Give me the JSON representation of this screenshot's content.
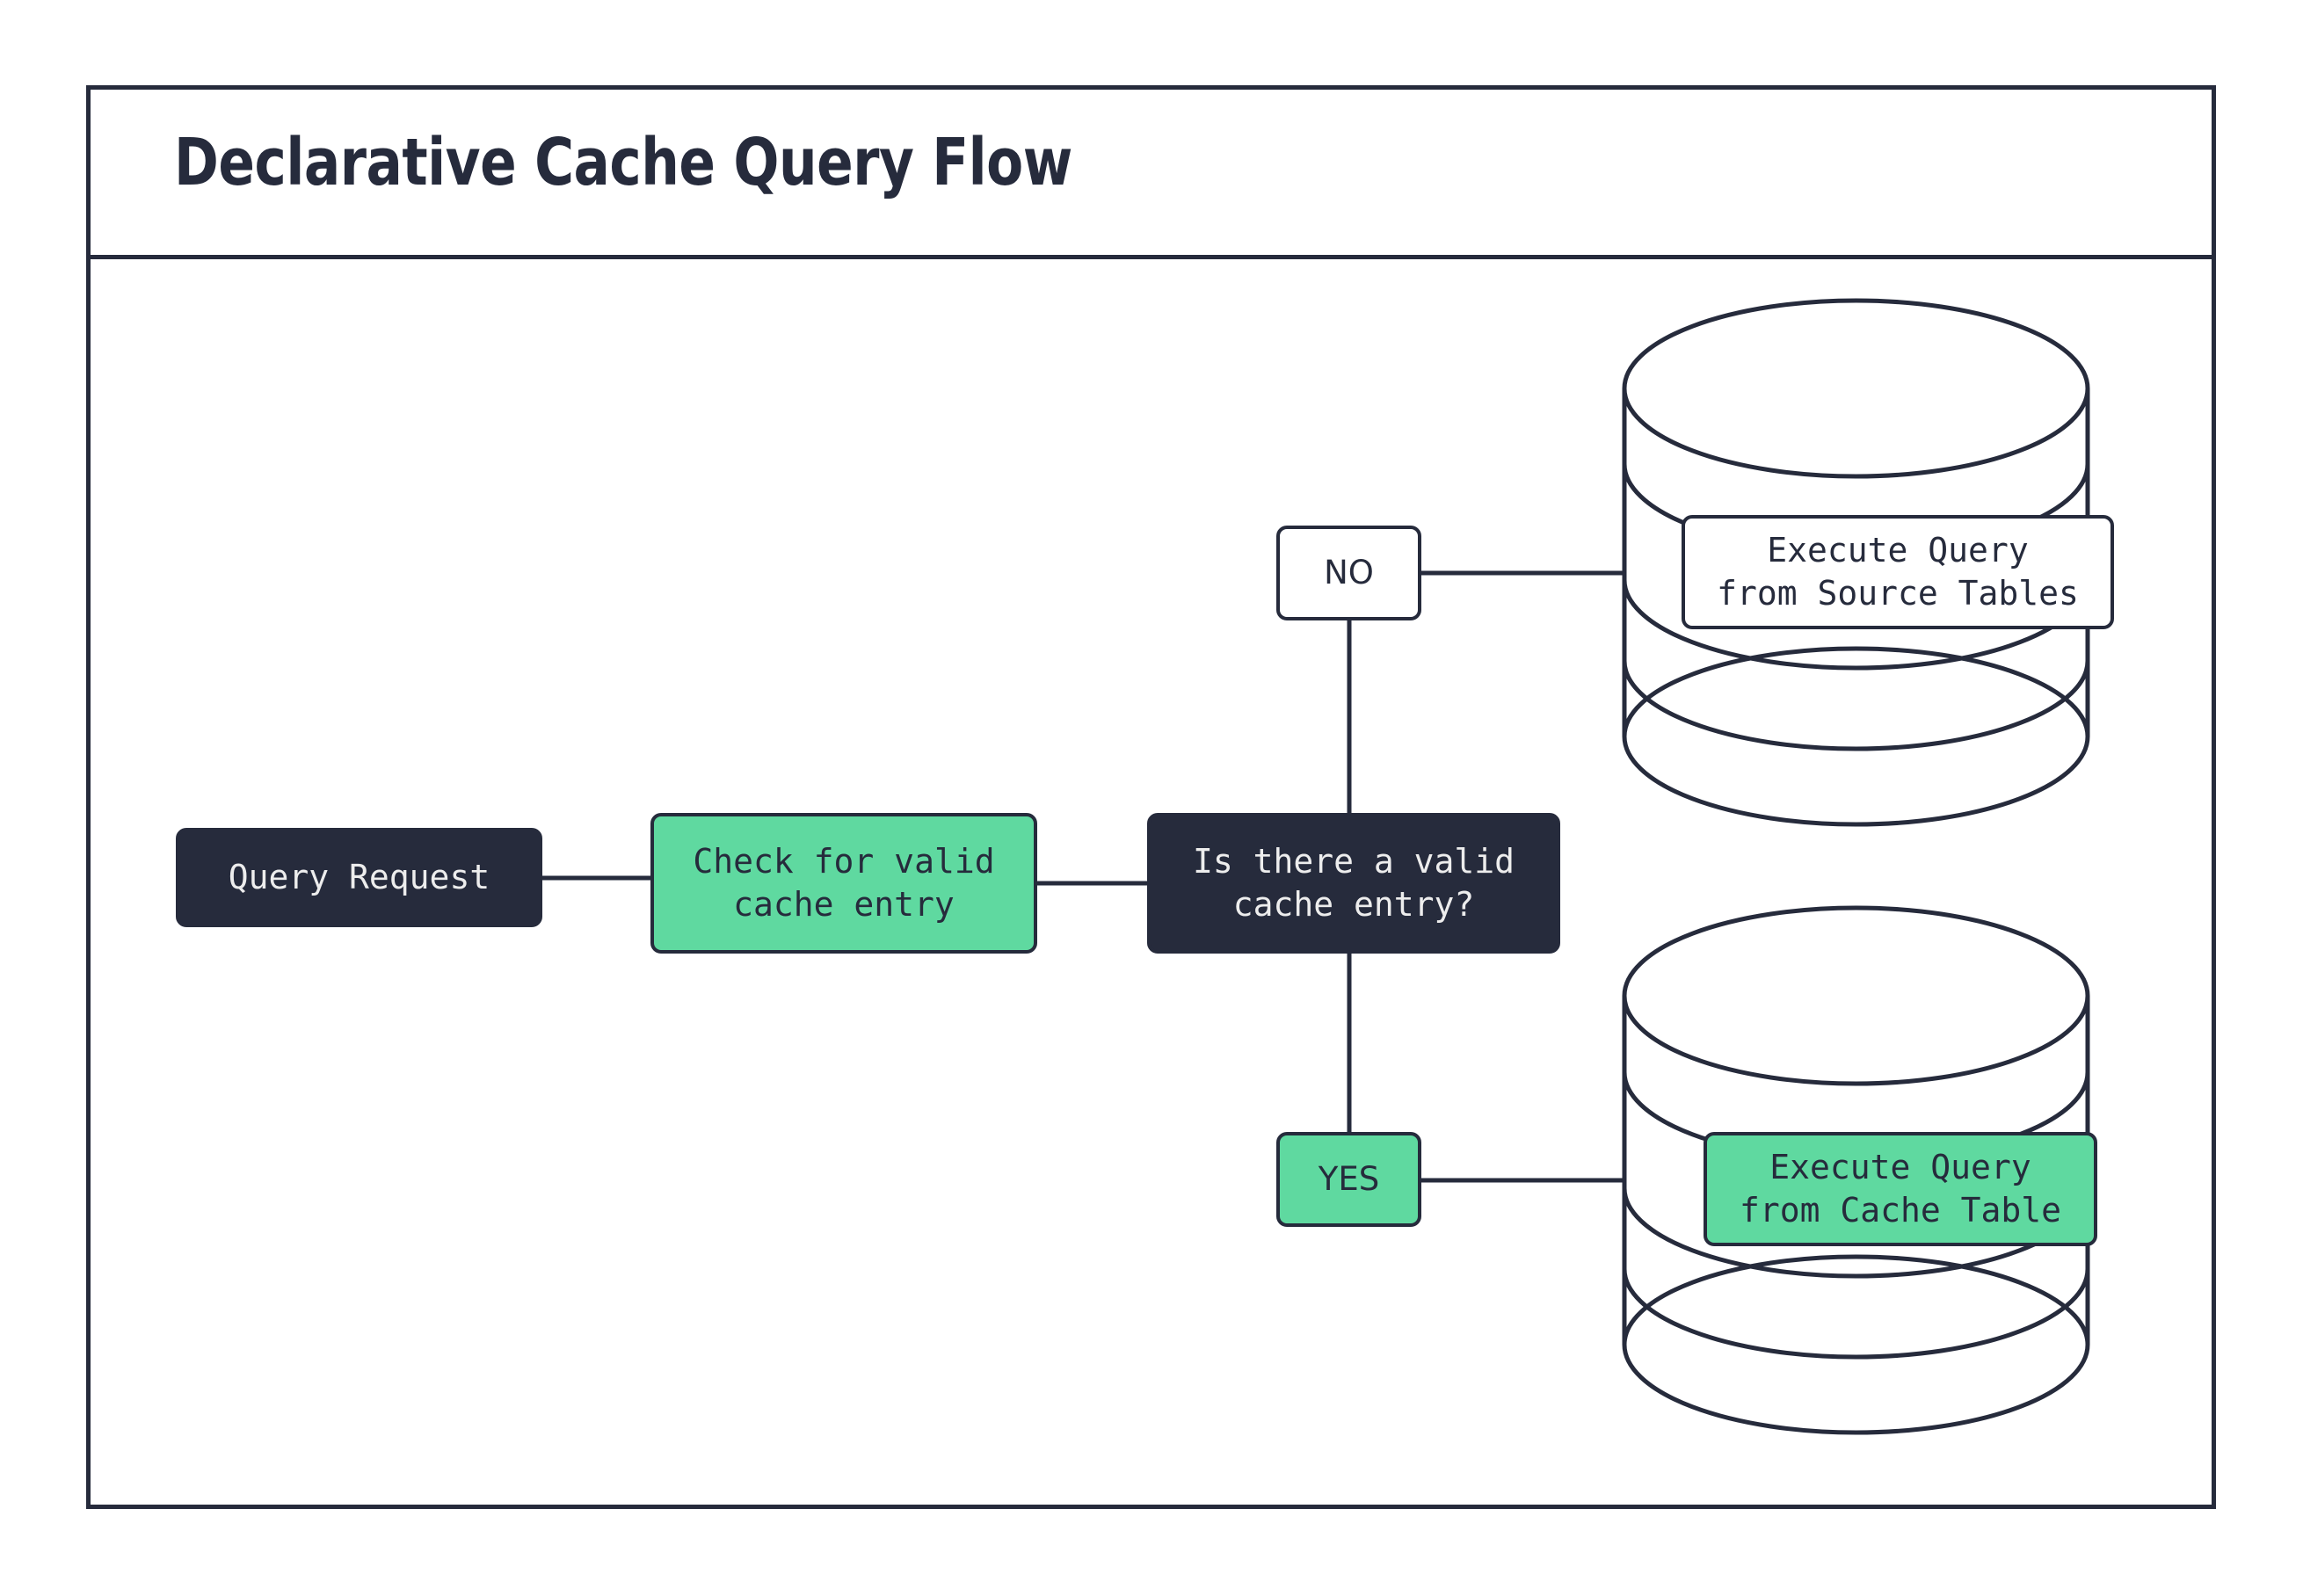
{
  "frame": {
    "title": "Declarative Cache Query Flow"
  },
  "theme": {
    "dark": "#262B3C",
    "green": "#5FD9A0",
    "white": "#FFFFFF",
    "stroke": "#262B3C",
    "text_light": "#EDEDED"
  },
  "diagram": {
    "type": "flowchart",
    "orientation": "left-to-right",
    "nodes": [
      {
        "id": "query-request",
        "label": "Query Request",
        "shape": "rounded-rect",
        "style": "dark"
      },
      {
        "id": "check-cache",
        "label": "Check for valid\ncache entry",
        "shape": "rounded-rect",
        "style": "green"
      },
      {
        "id": "decision",
        "label": "Is there a valid\ncache entry?",
        "shape": "rounded-rect",
        "style": "dark"
      },
      {
        "id": "source-tables",
        "label": "Execute Query\nfrom Source Tables",
        "shape": "database-cylinder",
        "style": "white"
      },
      {
        "id": "cache-table",
        "label": "Execute Query\nfrom Cache Table",
        "shape": "database-cylinder",
        "style": "green"
      }
    ],
    "edge_labels": [
      {
        "id": "no",
        "label": "NO",
        "style": "white"
      },
      {
        "id": "yes",
        "label": "YES",
        "style": "green"
      }
    ],
    "edges": [
      {
        "from": "query-request",
        "to": "check-cache",
        "label": ""
      },
      {
        "from": "check-cache",
        "to": "decision",
        "label": ""
      },
      {
        "from": "decision",
        "to": "source-tables",
        "label": "NO"
      },
      {
        "from": "decision",
        "to": "cache-table",
        "label": "YES"
      }
    ]
  }
}
